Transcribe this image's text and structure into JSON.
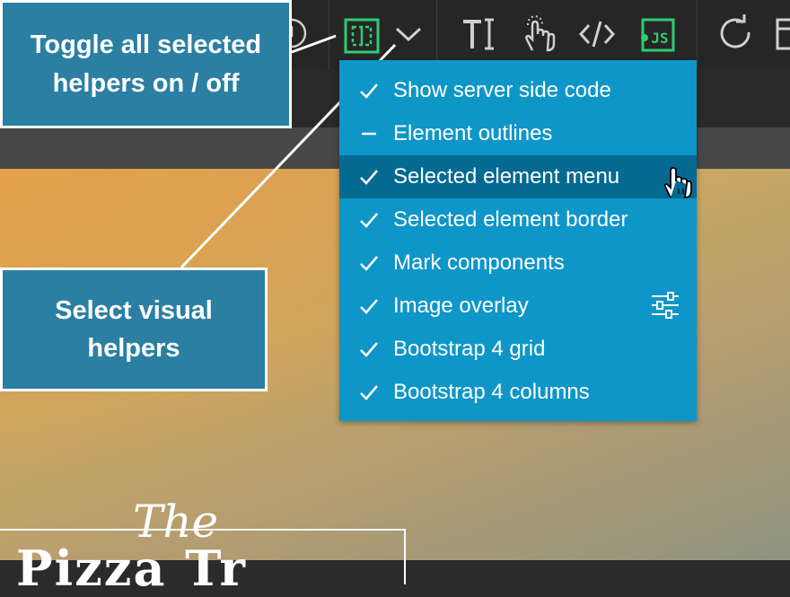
{
  "toolbar": {
    "buttons": [
      {
        "name": "circle-icon"
      },
      {
        "name": "visual-helpers-toggle-icon",
        "color": "#2ecc71"
      },
      {
        "name": "chevron-down-icon"
      },
      {
        "name": "text-edit-icon"
      },
      {
        "name": "hand-pointer-icon"
      },
      {
        "name": "code-icon"
      },
      {
        "name": "javascript-icon",
        "label": "JS",
        "color": "#2ecc71"
      },
      {
        "name": "refresh-icon"
      },
      {
        "name": "window-icon"
      }
    ]
  },
  "menu": {
    "items": [
      {
        "label": "Show server side code",
        "state": "checked"
      },
      {
        "label": "Element outlines",
        "state": "mixed"
      },
      {
        "label": "Selected element menu",
        "state": "checked",
        "hovered": true
      },
      {
        "label": "Selected element border",
        "state": "checked"
      },
      {
        "label": "Mark components",
        "state": "checked"
      },
      {
        "label": "Image overlay",
        "state": "checked",
        "icon": "sliders-icon"
      },
      {
        "label": "Bootstrap 4 grid",
        "state": "checked"
      },
      {
        "label": "Bootstrap 4 columns",
        "state": "checked"
      }
    ],
    "background": "#0e96c8",
    "hover_background": "#046a92"
  },
  "callouts": {
    "toggle": "Toggle all selected helpers on / off",
    "select": "Select visual helpers"
  },
  "hero": {
    "kicker": "The",
    "title": "Pizza Tr"
  },
  "colors": {
    "accent_green": "#2ecc71",
    "callout_bg": "#2b7fa3"
  }
}
